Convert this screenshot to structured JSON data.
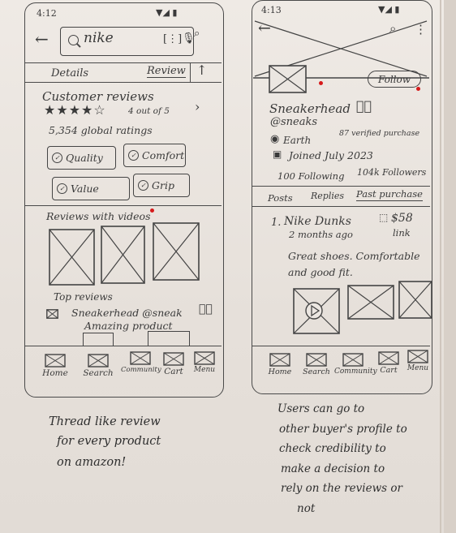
{
  "left_phone": {
    "status_time": "4:12",
    "search_value": "nike",
    "tabs": [
      "Details",
      "Review"
    ],
    "reviews_title": "Customer reviews",
    "rating_text": "4 out of 5",
    "ratings_count": "5,354 global ratings",
    "chips": [
      "Quality",
      "Comfort",
      "Value",
      "Grip"
    ],
    "videos_title": "Reviews with videos",
    "top_reviews_title": "Top reviews",
    "reviewer": "Sneakerhead @sneak",
    "review_title": "Amazing product",
    "nav": [
      "Home",
      "Search",
      "Community",
      "Cart",
      "Menu"
    ]
  },
  "right_phone": {
    "status_time": "4:13",
    "follow_label": "Follow",
    "profile_name": "Sneakerhead",
    "profile_handle": "@sneaks",
    "location": "Earth",
    "verified": "87 verified purchase",
    "joined": "Joined July 2023",
    "following": "100 Following",
    "followers": "104k Followers",
    "tabs": [
      "Posts",
      "Replies",
      "Past purchase"
    ],
    "post_index": "1.",
    "post_product": "Nike Dunks",
    "post_price": "$58",
    "post_time": "2 months ago",
    "post_link": "link",
    "post_text": "Great shoes. Comfortable and good fit.",
    "nav": [
      "Home",
      "Search",
      "Community",
      "Cart",
      "Menu"
    ]
  },
  "notes": {
    "left": [
      "Thread like review",
      "for every product",
      "on amazon!"
    ],
    "right": [
      "Users can go to",
      "other buyer's profile to",
      "check credibility to",
      "make a decision to",
      "rely on the reviews or",
      "not"
    ]
  }
}
